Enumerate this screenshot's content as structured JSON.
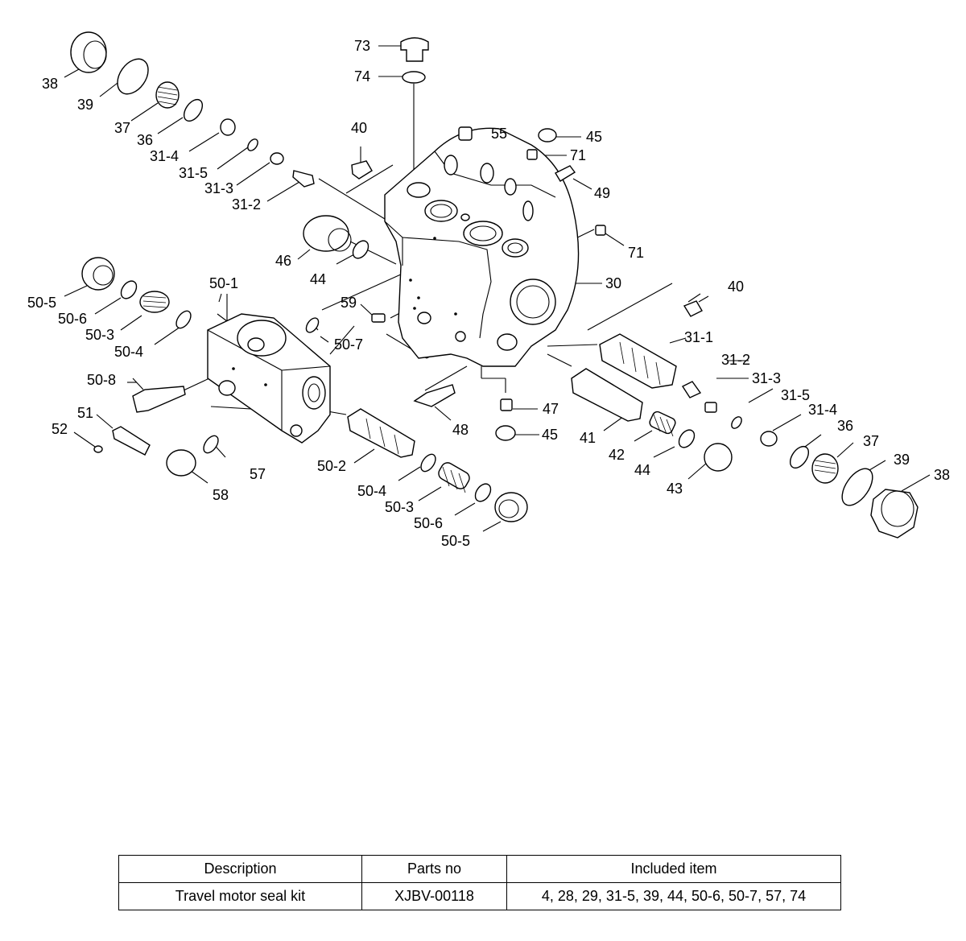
{
  "diagram": {
    "labels": {
      "l73": "73",
      "l74": "74",
      "l38a": "38",
      "l39a": "39",
      "l37a": "37",
      "l36a": "36",
      "l31_4a": "31-4",
      "l31_5a": "31-5",
      "l31_3a": "31-3",
      "l31_2a": "31-2",
      "l40a": "40",
      "l55": "55",
      "l45a": "45",
      "l71a": "71",
      "l49": "49",
      "l71b": "71",
      "l46": "46",
      "l44a": "44",
      "l30": "30",
      "l40b": "40",
      "l50_1": "50-1",
      "l50_5a": "50-5",
      "l50_6a": "50-6",
      "l50_3a": "50-3",
      "l50_4a": "50-4",
      "l50_7": "50-7",
      "l59": "59",
      "l31_1": "31-1",
      "l31_2b": "31-2",
      "l31_3b": "31-3",
      "l31_5b": "31-5",
      "l31_4b": "31-4",
      "l36b": "36",
      "l37b": "37",
      "l39b": "39",
      "l38b": "38",
      "l50_8": "50-8",
      "l51": "51",
      "l52": "52",
      "l47": "47",
      "l48": "48",
      "l45b": "45",
      "l41": "41",
      "l42": "42",
      "l44b": "44",
      "l43": "43",
      "l57": "57",
      "l58": "58",
      "l50_2": "50-2",
      "l50_4b": "50-4",
      "l50_3b": "50-3",
      "l50_6b": "50-6",
      "l50_5b": "50-5"
    }
  },
  "table": {
    "headers": {
      "description": "Description",
      "parts_no": "Parts no",
      "included": "Included item"
    },
    "rows": [
      {
        "description": "Travel motor seal kit",
        "parts_no": "XJBV-00118",
        "included": "4, 28, 29, 31-5, 39, 44, 50-6, 50-7, 57, 74"
      }
    ]
  }
}
